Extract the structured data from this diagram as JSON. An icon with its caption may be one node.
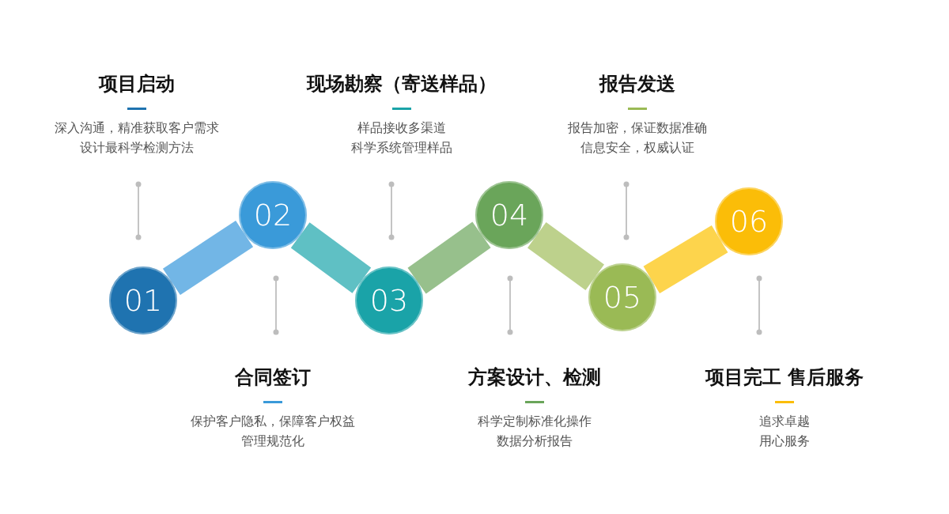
{
  "diagram": {
    "nodes": [
      {
        "text": [
          "01"
        ],
        "beside": [
          "项目启动",
          "深入沟通，精准获取客户需求",
          "设计最科学检测方法"
        ]
      },
      {
        "text": [
          "02"
        ],
        "beside": [
          "合同签订",
          "保护客户隐私，保障客户权益",
          "管理规范化"
        ]
      },
      {
        "text": [
          "03"
        ],
        "beside": [
          "现场勘察（寄送样品）",
          "样品接收多渠道",
          "科学系统管理样品"
        ]
      },
      {
        "text": [
          "04"
        ],
        "beside": [
          "方案设计、检测",
          "科学定制标准化操作",
          "数据分析报告"
        ]
      },
      {
        "text": [
          "05"
        ],
        "beside": [
          "报告发送",
          "报告加密，保证数据准确",
          "信息安全，权威认证"
        ]
      },
      {
        "text": [
          "06"
        ],
        "beside": [
          "项目完工  售后服务",
          "追求卓越",
          "用心服务"
        ]
      }
    ],
    "edges": [
      {
        "from": 0,
        "to": 1,
        "arrow": "none",
        "color": "#72b6e6"
      },
      {
        "from": 1,
        "to": 2,
        "arrow": "none",
        "color": "#5fc0c4"
      },
      {
        "from": 2,
        "to": 3,
        "arrow": "none",
        "color": "#97c08c"
      },
      {
        "from": 3,
        "to": 4,
        "arrow": "none",
        "color": "#bdd18c"
      },
      {
        "from": 4,
        "to": 5,
        "arrow": "none",
        "color": "#fdd44c"
      }
    ]
  }
}
